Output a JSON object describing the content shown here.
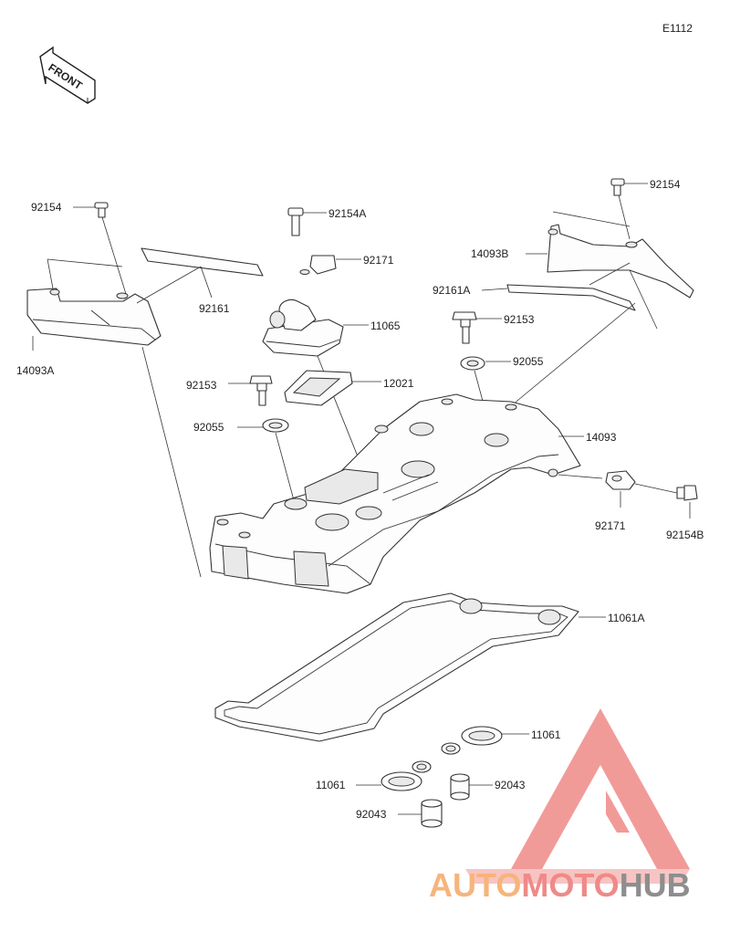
{
  "diagram_code": "E1112",
  "front_label": "FRONT",
  "watermark": {
    "part1": "AUTO",
    "part2": "MOTO",
    "part3": "HUB",
    "color_orange": "#f7b47a",
    "color_red": "#ef8a88",
    "color_gray": "#8e8e8e"
  },
  "parts": {
    "p92154_left": "92154",
    "p92154_right": "92154",
    "p92154A": "92154A",
    "p92171_top": "92171",
    "p92171_right": "92171",
    "p92161": "92161",
    "p92161A": "92161A",
    "p14093A": "14093A",
    "p14093B": "14093B",
    "p14093": "14093",
    "p11065": "11065",
    "p12021": "12021",
    "p92153_left": "92153",
    "p92153_right": "92153",
    "p92055_left": "92055",
    "p92055_right": "92055",
    "p92154B": "92154B",
    "p11061A": "11061A",
    "p11061_right": "11061",
    "p11061_left": "11061",
    "p92043_right": "92043",
    "p92043_left": "92043"
  }
}
